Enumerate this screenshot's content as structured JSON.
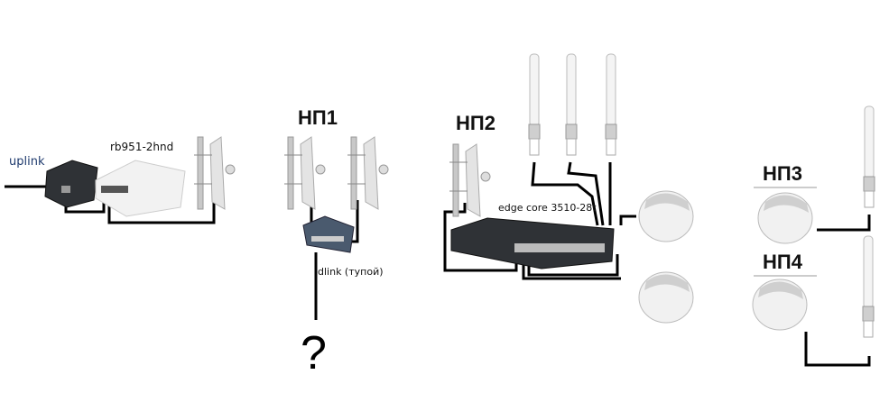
{
  "labels": {
    "uplink": "uplink",
    "router": "rb951-2hnd",
    "dlink": "dlink (тупой)",
    "core_switch": "edge core 3510-28t",
    "unknown": "?"
  },
  "sites": {
    "np1": "НП1",
    "np2": "НП2",
    "np3": "НП3",
    "np4": "НП4"
  },
  "colors": {
    "uplink_text": "#1f3b6e",
    "wire": "#000000",
    "device_dark": "#2f3236",
    "device_light": "#eeeeee"
  }
}
